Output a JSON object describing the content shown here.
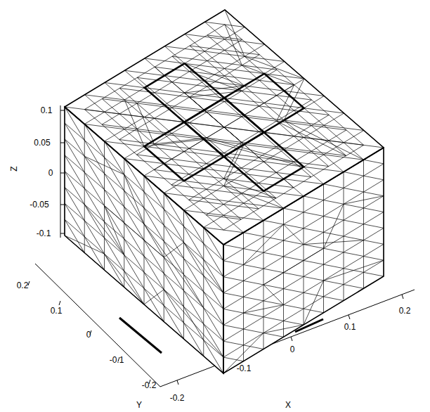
{
  "diagram": {
    "labels": [
      "0.1",
      "0.05",
      "0",
      "-0.05",
      "-0.1",
      "Z",
      "0.2",
      "0.1",
      "0",
      "-0.1",
      "-0.2",
      "Y",
      "-0.2",
      "-0.1",
      "0",
      "0.1",
      "0.2",
      "X"
    ]
  }
}
